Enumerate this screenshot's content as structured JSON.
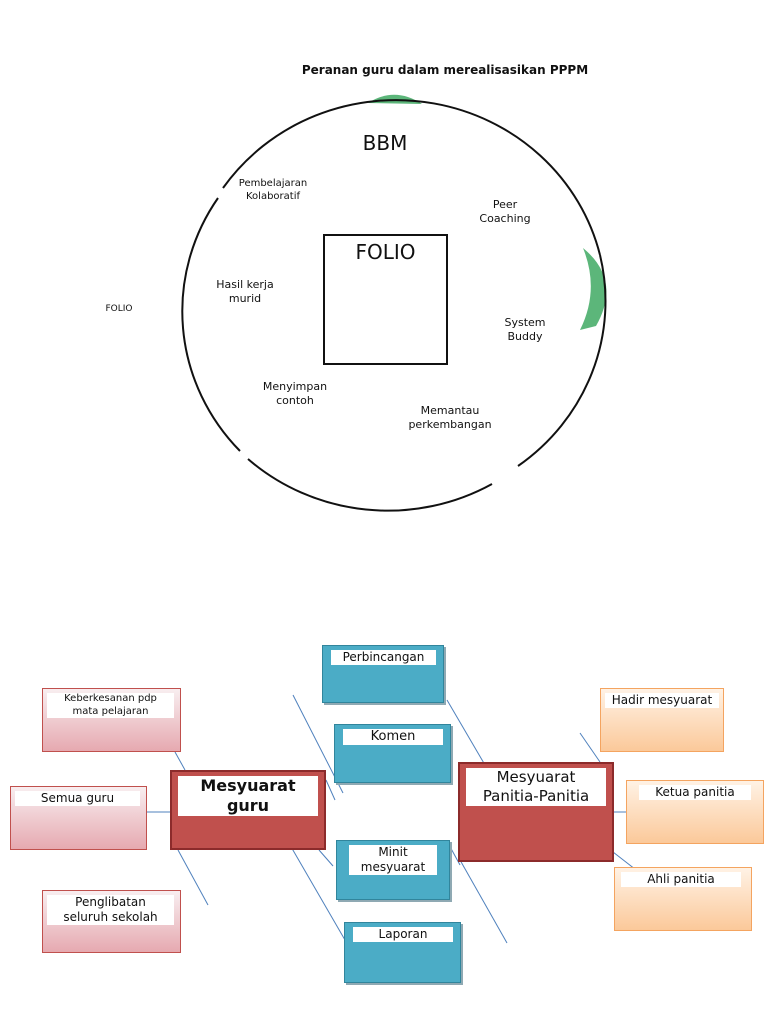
{
  "title": "Peranan guru dalam merealisasikan PPPM",
  "circle": {
    "heading": "BBM",
    "center": "FOLIO",
    "items": [
      "Pembelajaran\nKolaboratif",
      "Peer\nCoaching",
      "Hasil kerja\nmurid",
      "System\nBuddy",
      "Menyimpan\ncontoh",
      "Memantau\nperkembangan"
    ]
  },
  "side_label": "FOLIO",
  "fishbone": {
    "center_left": "Mesyuarat\nguru",
    "center_right": "Mesyuarat\nPanitia-Panitia",
    "teal_items": [
      "Perbincangan",
      "Komen",
      "Minit\nmesyuarat",
      "Laporan"
    ],
    "pink_items": [
      "Keberkesanan pdp\nmata pelajaran",
      "Semua guru",
      "Penglibatan\nseluruh sekolah"
    ],
    "orange_items": [
      "Hadir mesyuarat",
      "Ketua panitia",
      "Ahli panitia"
    ]
  },
  "colors": {
    "green_accent": "#5cb67a",
    "teal": "#4bacc6",
    "red": "#c0504d",
    "pink": "#e6a9b0",
    "orange": "#fbc99a",
    "line_blue": "#4f81bd"
  }
}
